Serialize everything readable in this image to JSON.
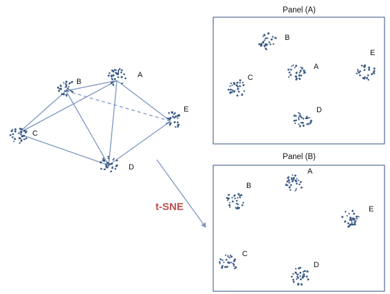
{
  "colors": {
    "point": "#3b5a85",
    "edge": "#7d95c0",
    "method": "#c0504d",
    "frame": "#2f4b7a"
  },
  "method_label": "t-SNE",
  "original_space": {
    "clusters": [
      {
        "label": "A"
      },
      {
        "label": "B"
      },
      {
        "label": "C"
      },
      {
        "label": "D"
      },
      {
        "label": "E"
      }
    ]
  },
  "panel_a": {
    "title": "Panel (A)",
    "clusters": [
      {
        "label": "A"
      },
      {
        "label": "B"
      },
      {
        "label": "C"
      },
      {
        "label": "D"
      },
      {
        "label": "E"
      }
    ]
  },
  "panel_b": {
    "title": "Panel (B)",
    "clusters": [
      {
        "label": "A"
      },
      {
        "label": "B"
      },
      {
        "label": "C"
      },
      {
        "label": "D"
      },
      {
        "label": "E"
      }
    ]
  }
}
